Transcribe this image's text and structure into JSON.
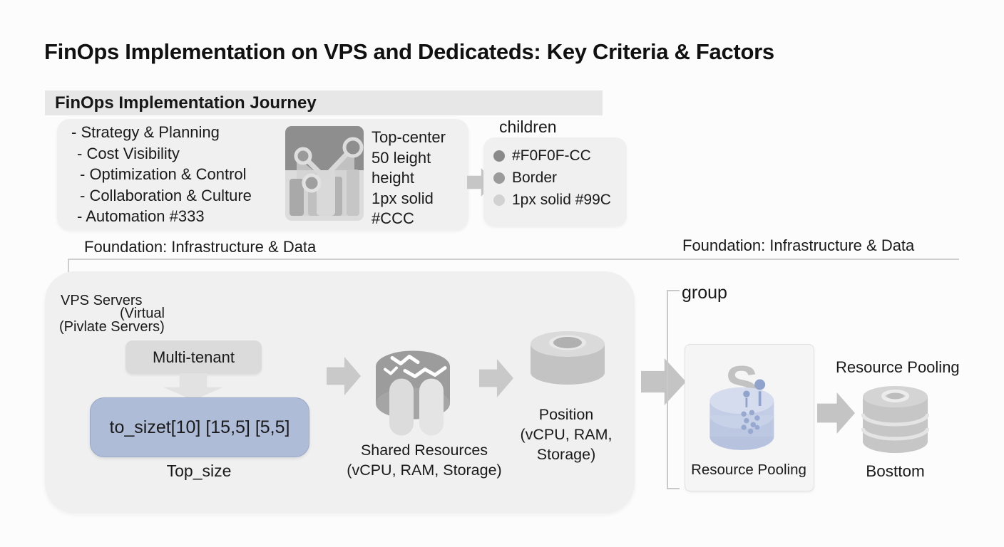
{
  "page": {
    "title": "FinOps Implementation on VPS and Dedicateds: Key Criteria & Factors"
  },
  "journey": {
    "header": "FinOps Implementation Journey",
    "items": [
      "- Strategy & Planning",
      "- Cost Visibility",
      "- Optimization & Control",
      "- Collaboration & Culture",
      "- Automation #333"
    ],
    "icon": "bar-line-chart-icon",
    "note_lines": [
      "Top-center",
      "50 leight",
      "height",
      "1px solid",
      "#CCC"
    ]
  },
  "children": {
    "label": "children",
    "bullets": [
      {
        "text": "#F0F0F-CC",
        "color": "#8a8a8a"
      },
      {
        "text": "Border",
        "color": "#9b9b9b"
      },
      {
        "text": "1px solid #99C",
        "color": "#d2d2d2"
      }
    ]
  },
  "foundation": {
    "left_label": "Foundation: Infrastructure & Data",
    "right_label": "Foundation: Infrastructure & Data"
  },
  "vps_panel": {
    "title_line1": "VPS Servers",
    "title_line2": "(Virtual",
    "title_line3": "(Pivlate Servers)",
    "multi_tenant_label": "Multi-tenant",
    "size_box_text": "to_sizet[10] [15,5] [5,5]",
    "size_label": "Top_size",
    "shared": {
      "line1": "Shared Resources",
      "line2": "(vCPU, RAM, Storage)"
    },
    "position": {
      "line1": "Position",
      "line2": "(vCPU, RAM,",
      "line3": "Storage)"
    }
  },
  "group": {
    "label": "group",
    "pooling_box_label": "Resource Pooling"
  },
  "right_flow": {
    "pooling_label": "Resource Pooling",
    "cylinder_label": "Bosttom"
  },
  "colors": {
    "page_bg": "#fcfcfc",
    "header_bar_bg": "#e7e7e7",
    "panel_bg": "#f0f0f0",
    "chip_bg": "#dbdbdb",
    "size_box_bg": "#afbcd8",
    "size_box_border": "#9aa9c9",
    "arrow_gray": "#c6c6c6",
    "pooling_blue": "#bcc8e1",
    "cylinder_gray": "#c6c6c6",
    "text": "#1a1a1a"
  }
}
